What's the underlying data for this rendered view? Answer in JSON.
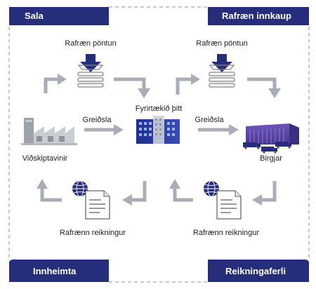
{
  "corners": {
    "top_left": "Sala",
    "top_right": "Rafræn innkaup",
    "bottom_left": "Innheimta",
    "bottom_right": "Reikningaferli"
  },
  "labels": {
    "order_left": "Rafræn pöntun",
    "order_right": "Rafræn pöntun",
    "company": "Fyrirtækið þitt",
    "payment_left": "Greiðsla",
    "payment_right": "Greiðsla",
    "customers": "Viðskiptavinir",
    "suppliers": "Birgjar",
    "invoice_left": "Rafrænn reikningur",
    "invoice_right": "Rafrænn reikningur"
  },
  "colors": {
    "navy": "#262d7a",
    "purple": "#6a4bb0",
    "arrow_gray": "#a9adb5",
    "dash_gray": "#b7b7b7"
  }
}
